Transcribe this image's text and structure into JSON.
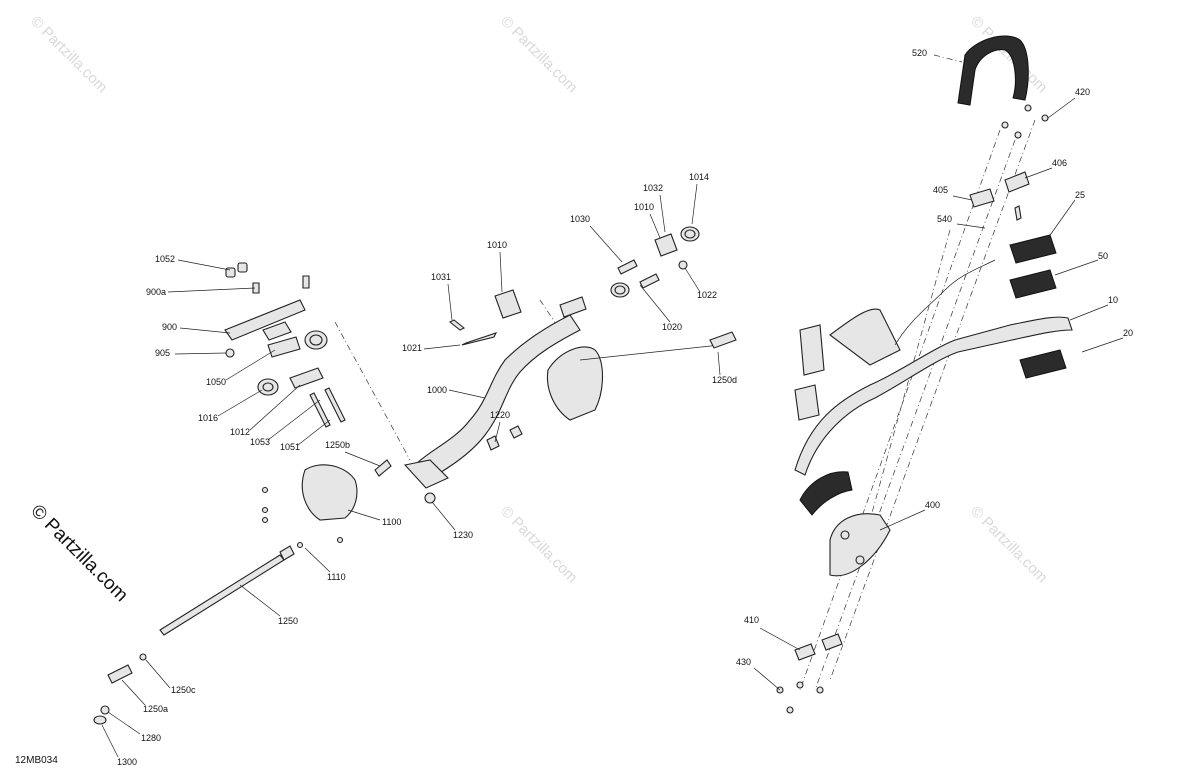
{
  "watermark": {
    "text": "© Partzilla.com",
    "main_text": "© Partzilla.com"
  },
  "diagram_code": "12MB034",
  "callouts": [
    "1052",
    "900a",
    "900",
    "905",
    "1050",
    "1016",
    "1012",
    "1053",
    "1051",
    "1031",
    "1010",
    "1021",
    "1000",
    "1030",
    "1010",
    "1032",
    "1014",
    "1022",
    "1020",
    "1220",
    "1250d",
    "1250b",
    "1100",
    "1230",
    "1110",
    "1250",
    "1250c",
    "1250a",
    "1280",
    "1300",
    "520",
    "420",
    "406",
    "405",
    "540",
    "25",
    "50",
    "10",
    "20",
    "400",
    "410",
    "430"
  ],
  "colors": {
    "line": "#222222",
    "part_fill": "#e6e6e6",
    "dark_part": "#2b2b2b",
    "watermark": "#d9d9d9"
  }
}
